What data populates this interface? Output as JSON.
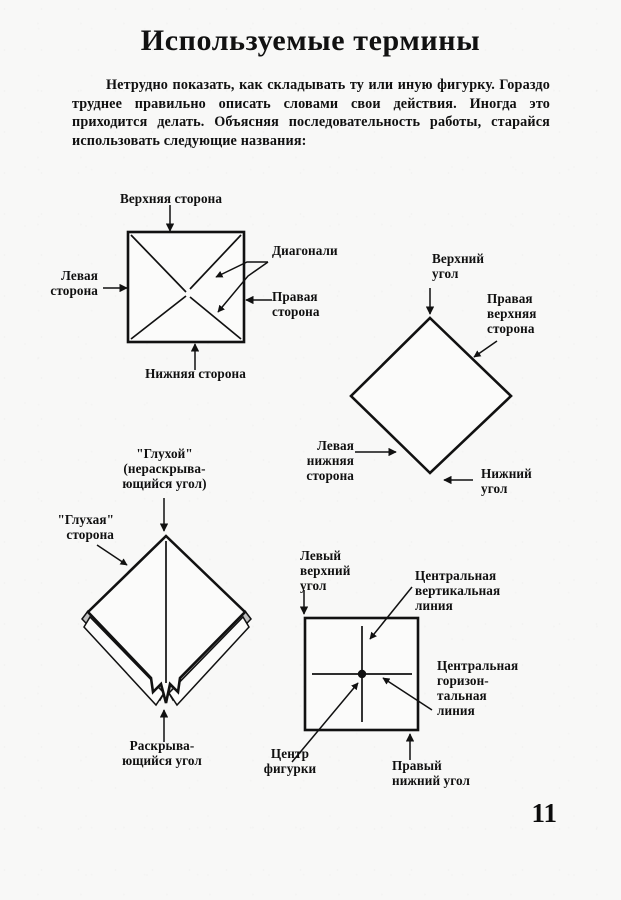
{
  "page": {
    "number": "11",
    "background_color": "#f8f8f7",
    "ink_color": "#111111"
  },
  "title": "Используемые термины",
  "body_text": "Нетрудно показать, как складывать ту или иную фигурку. Гораздо труднее правильно описать словами свои действия. Иногда это приходится делать. Объясняя последовательность работы, старайся использовать следующие названия:",
  "figures": {
    "square_diagonals": {
      "name": "Квадрат с диагоналями",
      "labels": {
        "top_side": "Верхняя сторона",
        "left_side": "Левая\nсторона",
        "right_side": "Правая\nсторона",
        "bottom_side": "Нижняя сторона",
        "diagonals": "Диагонали"
      }
    },
    "diamond": {
      "name": "Квадрат, повёрнутый углом вверх",
      "labels": {
        "top_corner": "Верхний\nугол",
        "right_top_side": "Правая\nверхняя\nсторона",
        "left_bottom_side": "Левая\nнижняя\nсторона",
        "bottom_corner": "Нижний\nугол"
      }
    },
    "kite": {
      "name": "Сложенная заготовка",
      "labels": {
        "closed_corner": "\"Глухой\"\n(нераскрыва-\nющийся угол)",
        "closed_side": "\"Глухая\"\nсторона",
        "open_corner": "Раскрыва-\nющийся угол"
      }
    },
    "square_center": {
      "name": "Квадрат со средними линиями",
      "labels": {
        "left_top_corner": "Левый\nверхний\nугол",
        "vertical_center_line": "Центральная\nвертикальная\nлиния",
        "horizontal_center_line": "Центральная\nгоризон-\nтальная\nлиния",
        "center_point": "Центр\nфигурки",
        "right_bottom_corner": "Правый\nнижний угол"
      }
    }
  }
}
